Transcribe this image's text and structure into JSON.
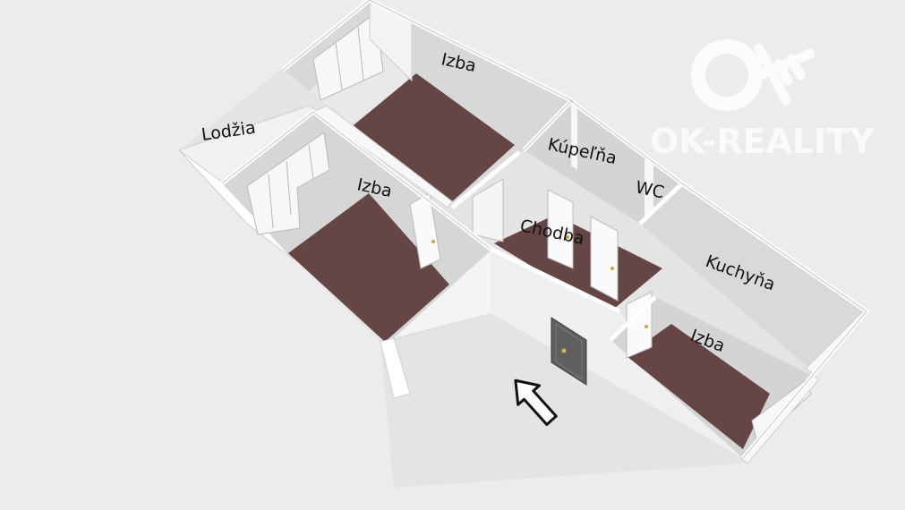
{
  "rooms": {
    "lodzia": "Lodžia",
    "izba_top": "Izba",
    "izba_left": "Izba",
    "kupelna": "Kúpeľňa",
    "wc": "WC",
    "chodba": "Chodba",
    "kuchyna": "Kuchyňa",
    "izba_bottom": "Izba"
  },
  "watermark": {
    "text": "OK-REALITY"
  },
  "colors": {
    "floor": "#664545",
    "wall_light": "#f4f4f4",
    "wall_shade": "#d4d4d4",
    "background": "#ececec"
  }
}
